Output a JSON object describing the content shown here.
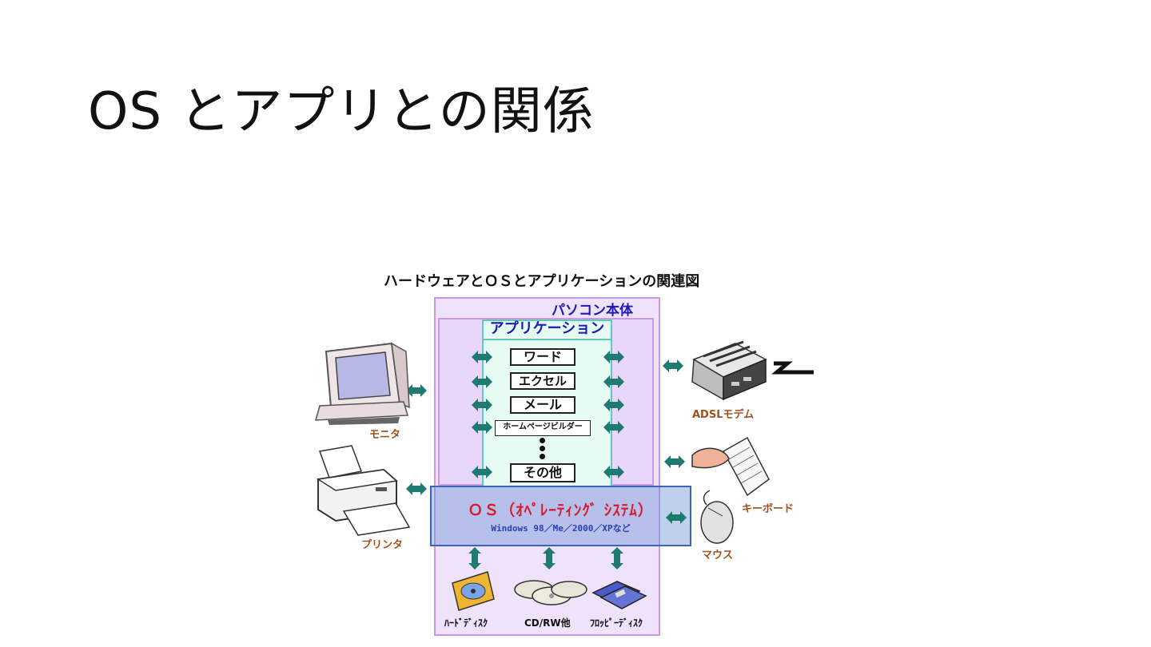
{
  "slide": {
    "title": "OS とアプリとの関係"
  },
  "diagram": {
    "title": "ハードウェアとＯＳとアプリケーションの関連図",
    "pc_label": "パソコン本体",
    "app_label": "アプリケーション",
    "apps": [
      "ワード",
      "エクセル",
      "メール",
      "ホームページビルダー",
      "その他"
    ],
    "os_name": "ＯＳ（ｵﾍﾟﾚｰﾃｨﾝｸﾞ ｼｽﾃﾑ）",
    "os_versions": "Windows 98／Me／2000／XPなど",
    "devices": {
      "monitor": "モニタ",
      "printer": "プリンタ",
      "modem": "ADSLモデム",
      "keyboard": "キーボード",
      "mouse": "マウス"
    },
    "drives": {
      "hdd": "ﾊｰﾄﾞﾃﾞｨｽｸ",
      "cd": "CD/RW他",
      "fdd": "ﾌﾛｯﾋﾟｰﾃﾞｨｽｸ"
    },
    "colors": {
      "arrow": "#1f7a72",
      "pc_border": "#c79ae8",
      "app_border": "#5ccdb7",
      "os_text": "#d81c2c",
      "label_blue": "#1d18b8",
      "device_label": "#a0521d"
    }
  }
}
